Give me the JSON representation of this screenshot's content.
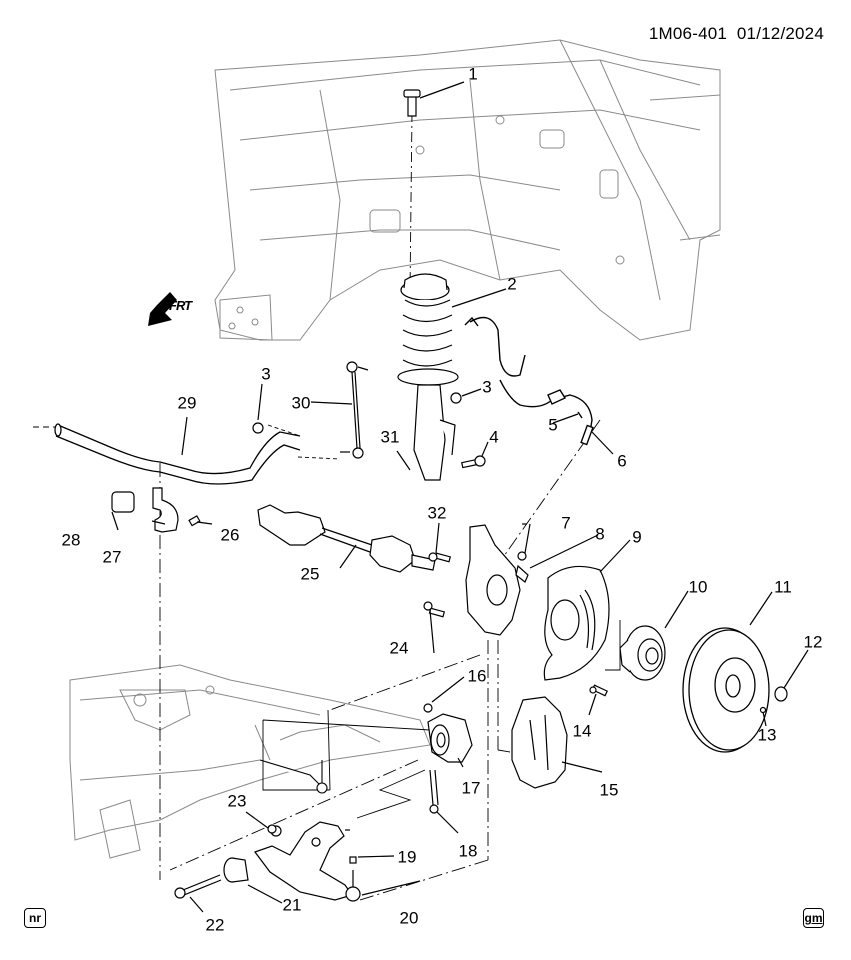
{
  "header": {
    "diagram_id": "1M06-401",
    "date": "01/12/2024"
  },
  "orientation": {
    "label": "FRT",
    "icon": "front-arrow-icon"
  },
  "badges": {
    "left": "nr",
    "right": "gm"
  },
  "callouts": {
    "c1": "1",
    "c2": "2",
    "c3a": "3",
    "c3b": "3",
    "c4": "4",
    "c5": "5",
    "c6": "6",
    "c7": "7",
    "c8": "8",
    "c9": "9",
    "c10": "10",
    "c11": "11",
    "c12": "12",
    "c13": "13",
    "c14": "14",
    "c15": "15",
    "c16": "16",
    "c17": "17",
    "c18": "18",
    "c19": "19",
    "c20": "20",
    "c21": "21",
    "c22": "22",
    "c23": "23",
    "c24": "24",
    "c25": "25",
    "c26": "26",
    "c27": "27",
    "c28": "28",
    "c29": "29",
    "c30": "30",
    "c31": "31",
    "c32": "32"
  },
  "colors": {
    "line": "#000000",
    "light_line": "#8a8a8a",
    "background": "#ffffff"
  }
}
